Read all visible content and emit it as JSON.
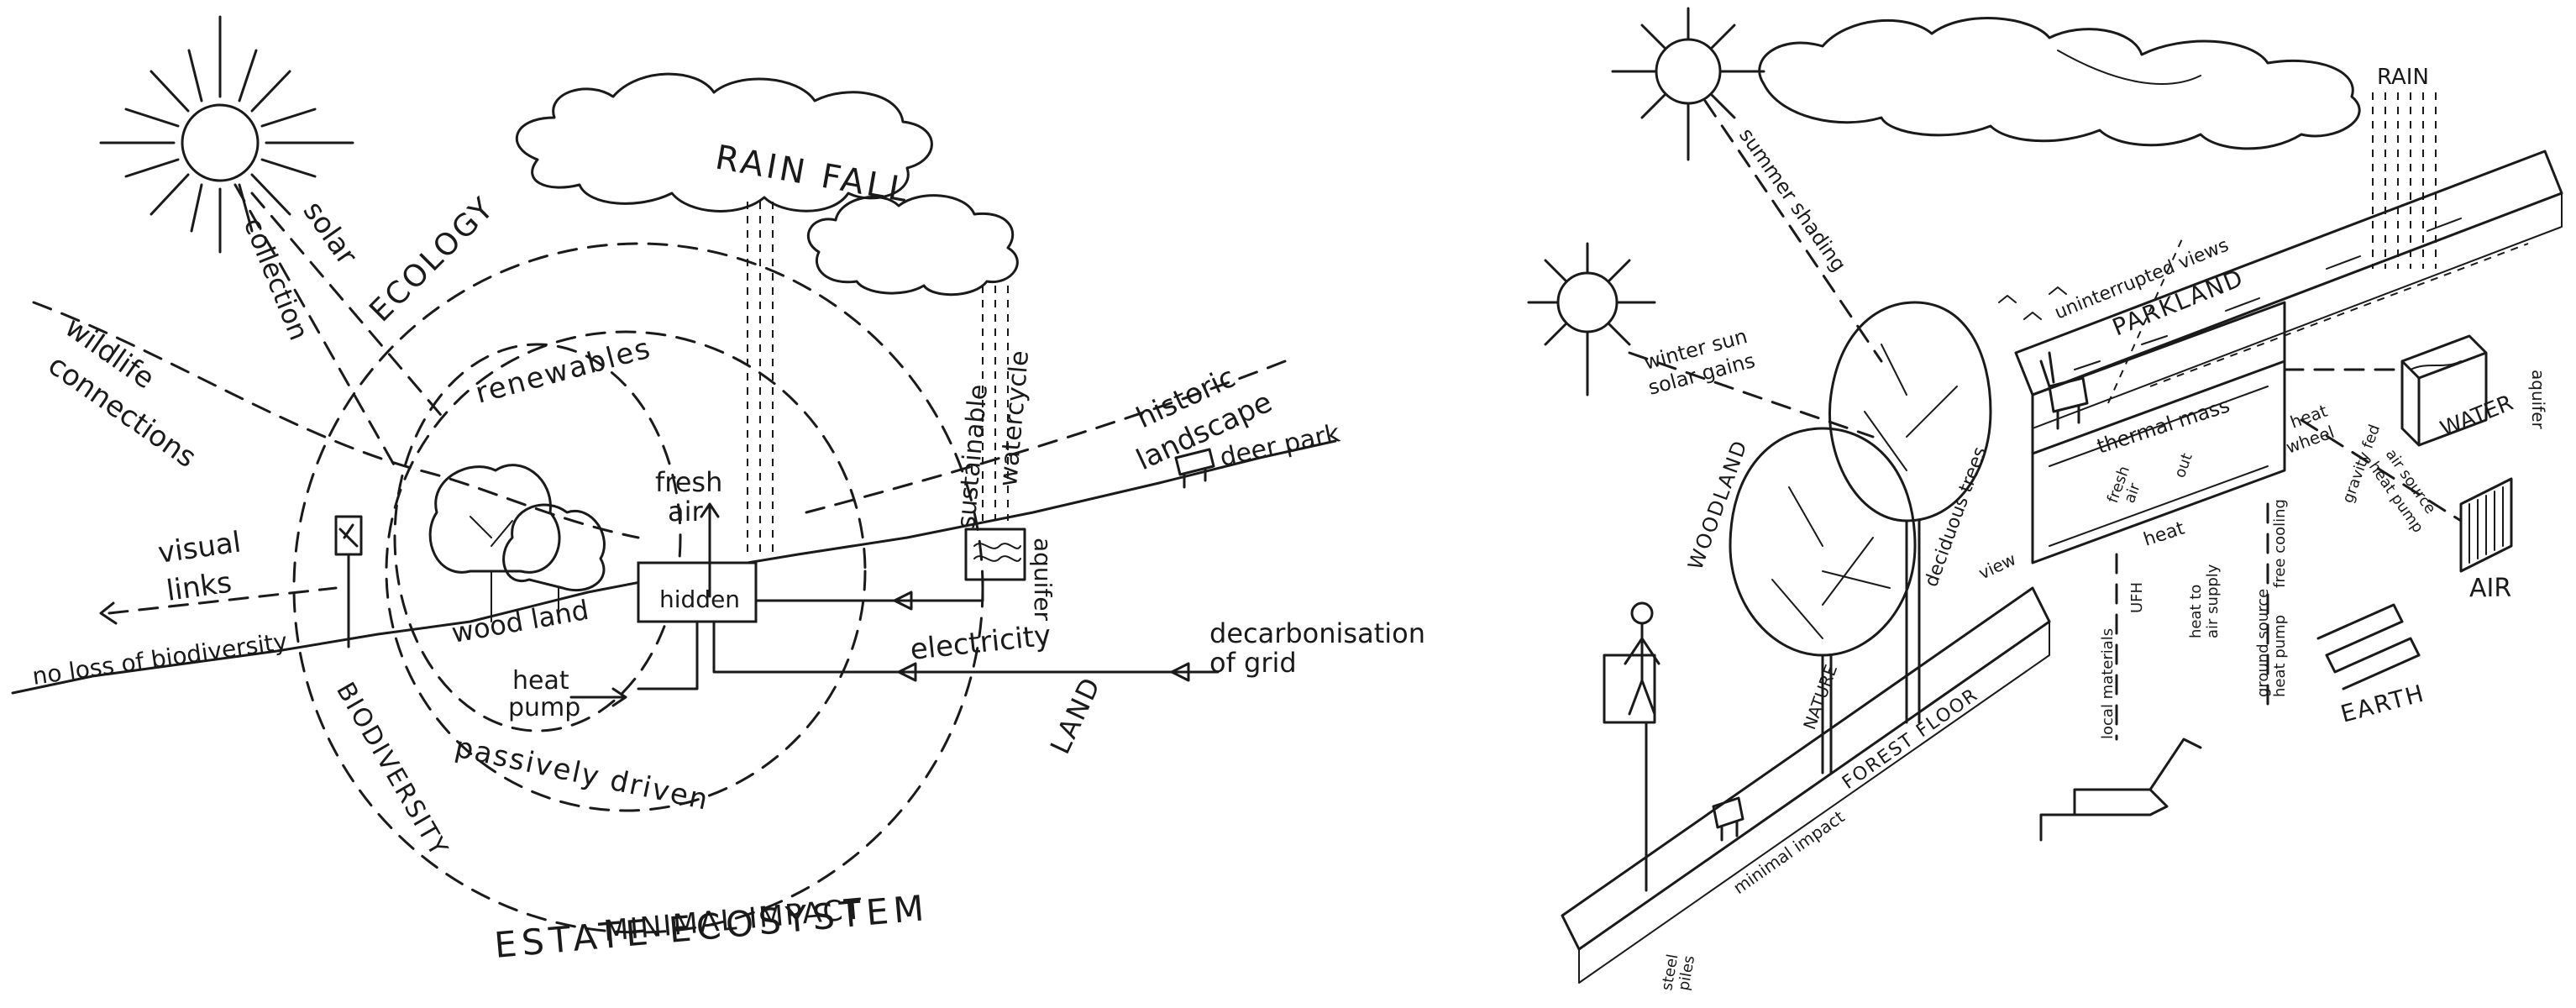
{
  "left_diagram": {
    "title": "ESTATE ECOSYSTEM",
    "labels": {
      "rainfall": "RAIN FALL",
      "ecology": "ECOLOGY",
      "solar": "solar",
      "collection": "collection",
      "renewables": "renewables",
      "wildlife": "wildlife",
      "connections": "connections",
      "visual": "visual",
      "links": "links",
      "no_loss": "no loss of biodiversity",
      "woodland": "wood land",
      "fresh": "fresh",
      "air": "air",
      "hidden": "hidden",
      "heat": "heat",
      "pump": "pump",
      "electricity": "electricity",
      "aquifer": "aquifer",
      "sustainable": "sustainable",
      "watercycle": "watercycle",
      "historic": "historic",
      "landscape": "landscape",
      "deer_park": "deer park",
      "decarb1": "decarbonisation",
      "decarb2": "of grid",
      "passively": "passively driven",
      "biodiversity": "BIODIVERSITY",
      "land": "LAND",
      "minimal": "MINIMAL IMPACT"
    }
  },
  "right_diagram": {
    "labels": {
      "rain": "RAIN",
      "summer_shading": "summer shading",
      "winter1": "winter sun",
      "winter2": "solar gains",
      "uninterrupted": "uninterrupted views",
      "parkland": "PARKLAND",
      "water": "WATER",
      "aquifer": "aquifer",
      "air": "AIR",
      "earth": "EARTH",
      "woodland": "WOODLAND",
      "nature": "NATURE",
      "deciduous": "deciduous trees",
      "thermal": "thermal mass",
      "fresh": "fresh",
      "air_small": "air",
      "out": "out",
      "heat_wheel1": "heat",
      "heat_wheel2": "wheel",
      "heat_in": "heat",
      "view": "view",
      "ufh": "UFH",
      "heat_to1": "heat to",
      "heat_to2": "air supply",
      "free_cooling": "free cooling",
      "gravity_fed": "gravity fed",
      "air_source1": "air source",
      "air_source2": "heat pump",
      "ground_source1": "ground source",
      "ground_source2": "heat pump",
      "local_materials": "local materials",
      "forest_floor": "FOREST FLOOR",
      "minimal_impact": "minimal impact",
      "steel": "steel",
      "piles": "piles"
    }
  }
}
